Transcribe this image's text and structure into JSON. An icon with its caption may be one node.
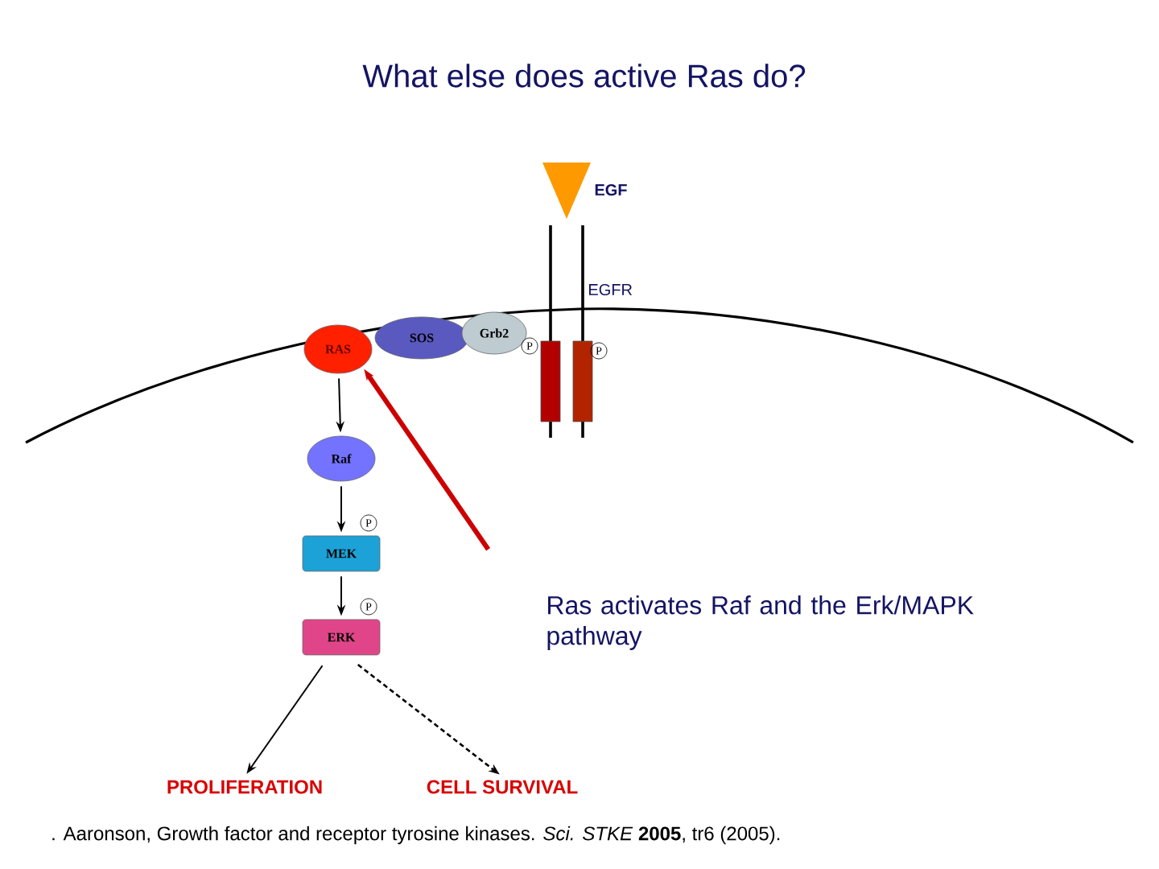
{
  "diagram": {
    "title": "What else does active Ras do?",
    "caption": ". Aaronson, Growth factor and receptor tyrosine kinases. *Sci. STKE* **2005**, tr6 (2005).",
    "nodes": [
      {
        "text": [
          "RAS"
        ]
      },
      {
        "text": [
          "SOS"
        ]
      },
      {
        "text": [
          "Grb2"
        ]
      },
      {
        "text": [
          "Raf"
        ]
      },
      {
        "text": [
          "MEK"
        ]
      },
      {
        "text": [
          "ERK"
        ]
      },
      {
        "text": [
          "PROLIFERATION"
        ]
      },
      {
        "text": [
          "CELL SURVIVAL"
        ]
      },
      {
        "text": [
          "Ras activates Raf and the Erk/MAPK pathway"
        ]
      }
    ],
    "edges": [
      {
        "from": 0,
        "to": 3,
        "arrow": "to"
      },
      {
        "from": 3,
        "to": 4,
        "arrow": "to"
      },
      {
        "from": 4,
        "to": 5,
        "arrow": "to"
      },
      {
        "from": 5,
        "to": 6,
        "arrow": "to"
      },
      {
        "from": 5,
        "to": 7,
        "arrow": "to",
        "style": "dashed"
      },
      {
        "from": 8,
        "to": 0,
        "arrow": "to",
        "style": "thick",
        "color": "#cc0000"
      }
    ],
    "labels": [
      "EGF",
      "EGFR",
      "P",
      "P",
      "P",
      "P"
    ]
  }
}
